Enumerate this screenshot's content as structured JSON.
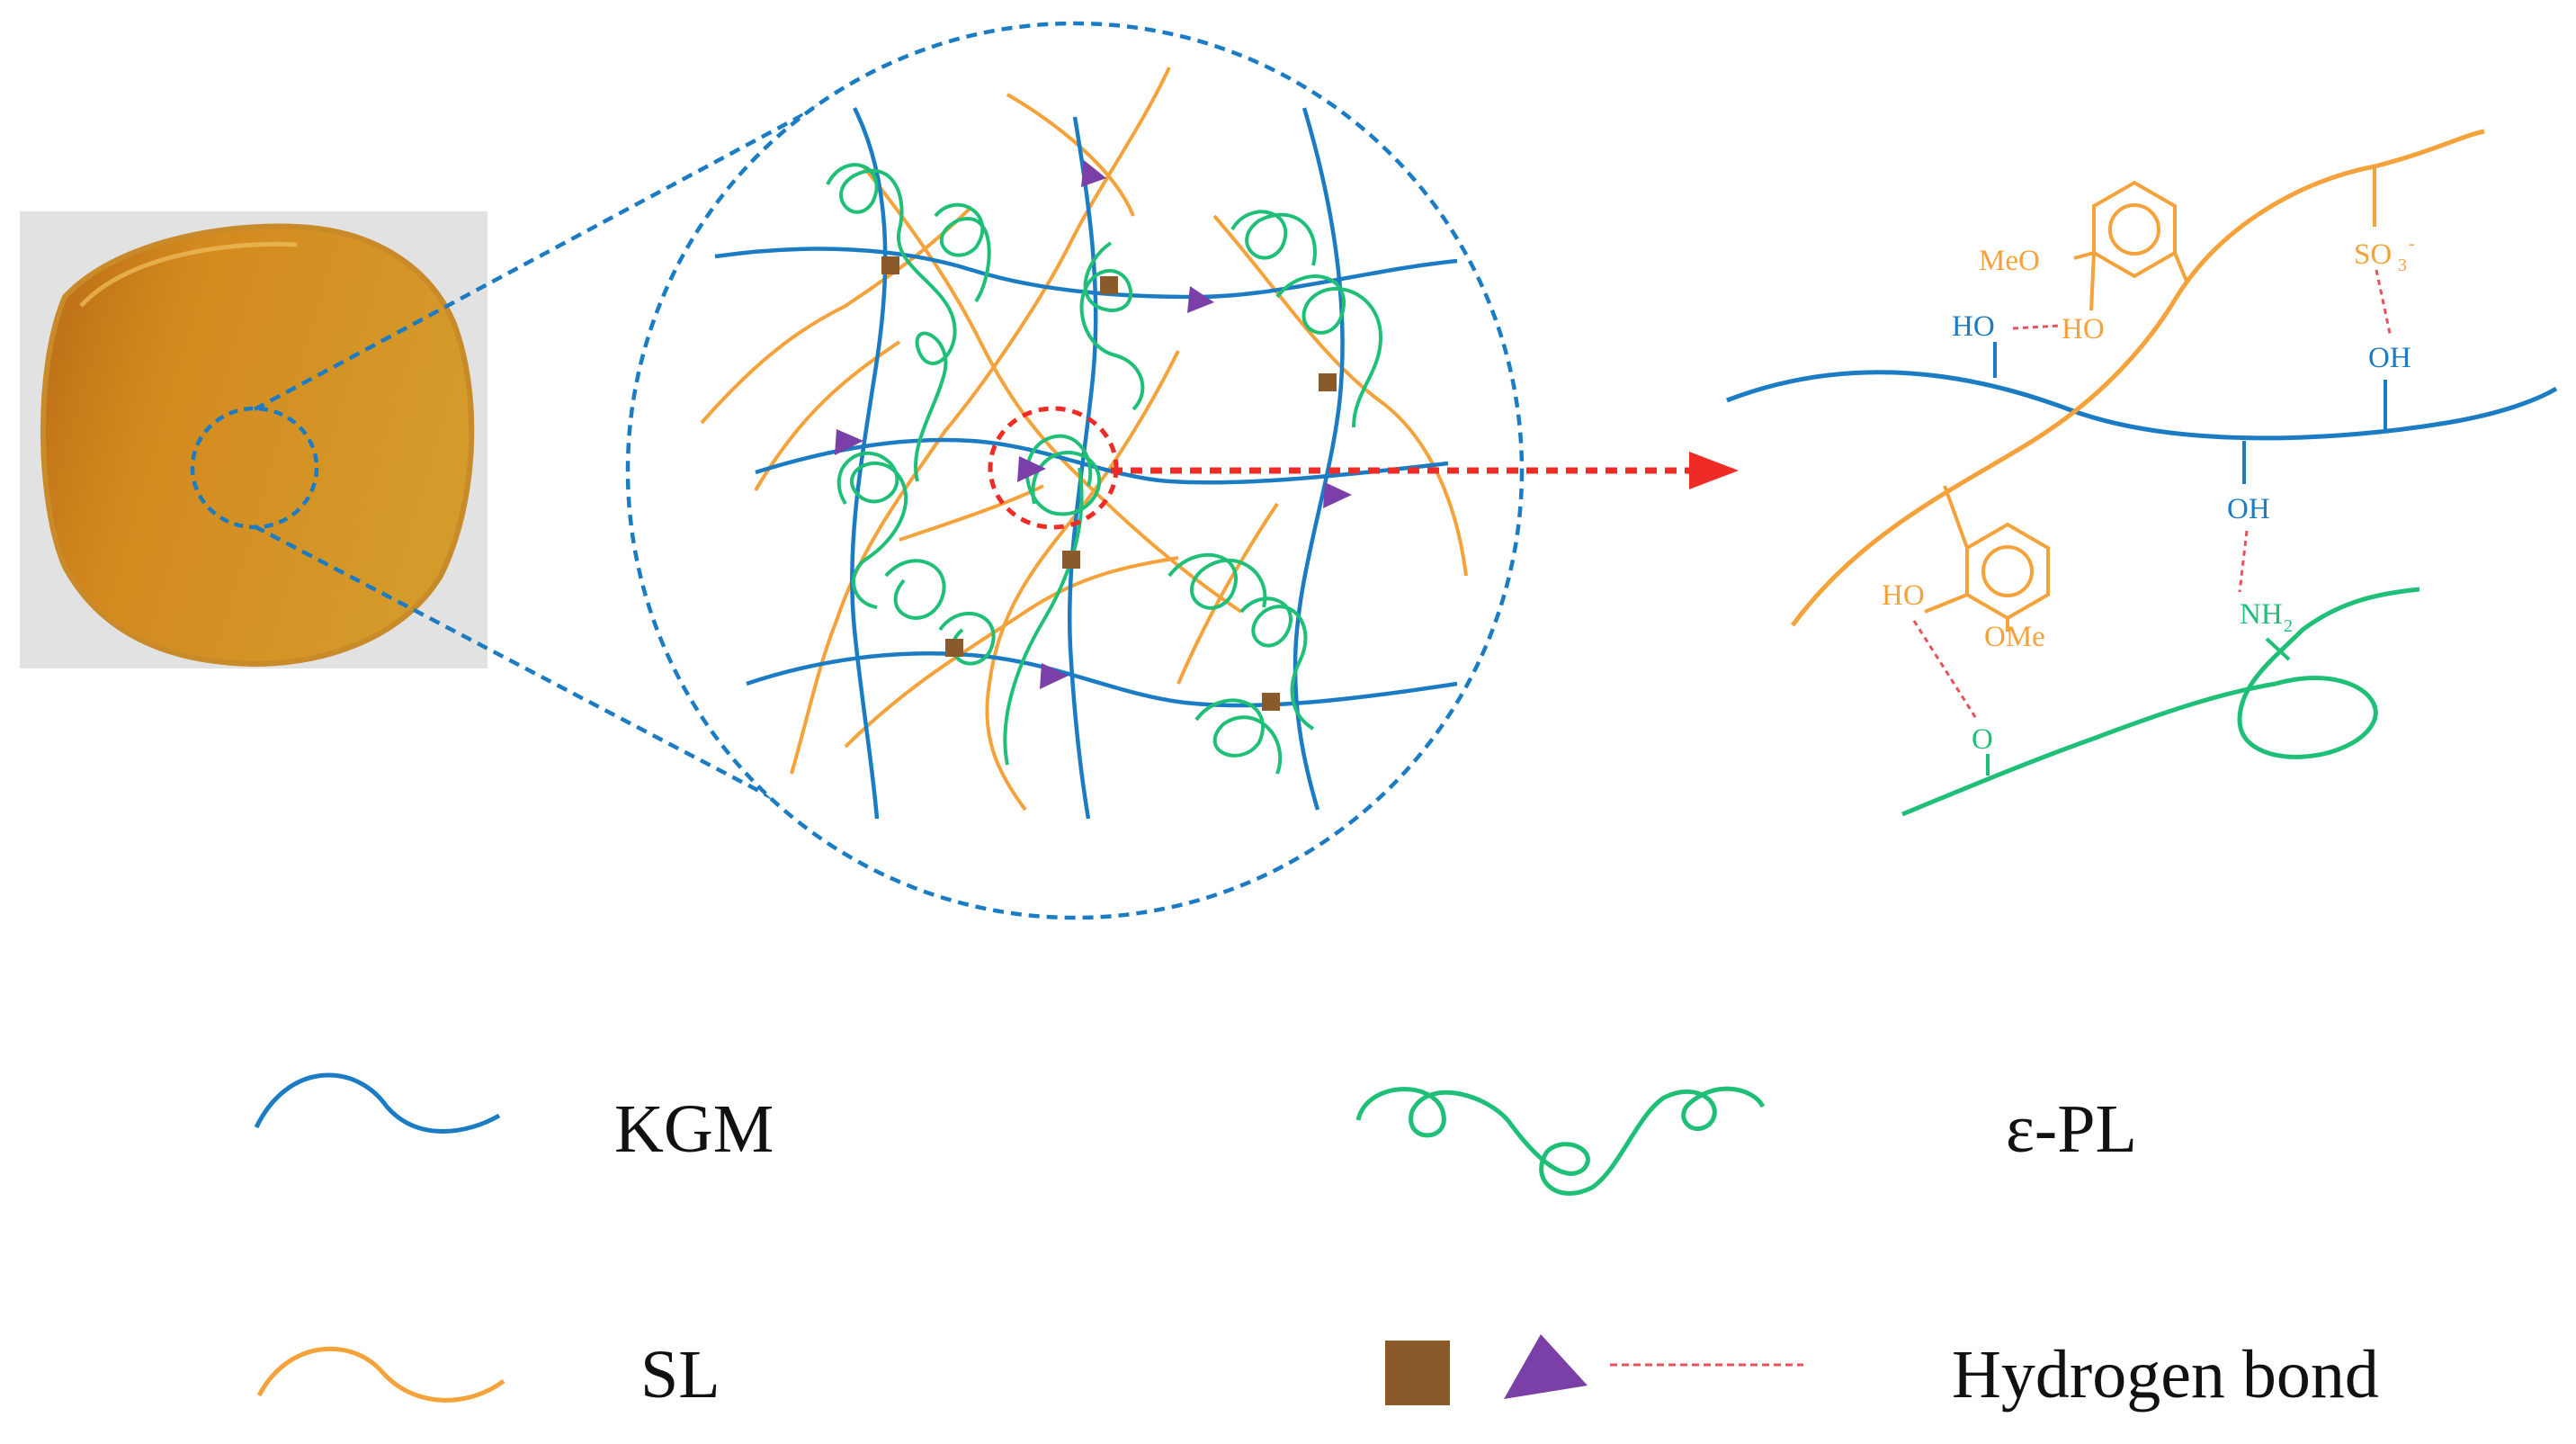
{
  "colors": {
    "kgm": "#1b7cc4",
    "sl": "#f5a23a",
    "epl": "#1fbf78",
    "square": "#8a5a2b",
    "triangle": "#7b3fa8",
    "hbond": "#e8525a",
    "zoom": "#1b7cc4",
    "arrow": "#ee2b24"
  },
  "legend": {
    "kgm": "KGM",
    "epl": "ε-PL",
    "sl": "SL",
    "hbond": "Hydrogen bond"
  },
  "chem": {
    "meo": "MeO",
    "ho_sl_top": "HO",
    "ho_kgm": "HO",
    "so3": "SO",
    "so3_sub": "3",
    "so3_sup": "-",
    "oh_right": "OH",
    "oh_mid": "OH",
    "ho_sl_bottom": "HO",
    "ome": "OMe",
    "nh2": "NH",
    "nh2_sub": "2",
    "o_carbonyl": "O"
  }
}
